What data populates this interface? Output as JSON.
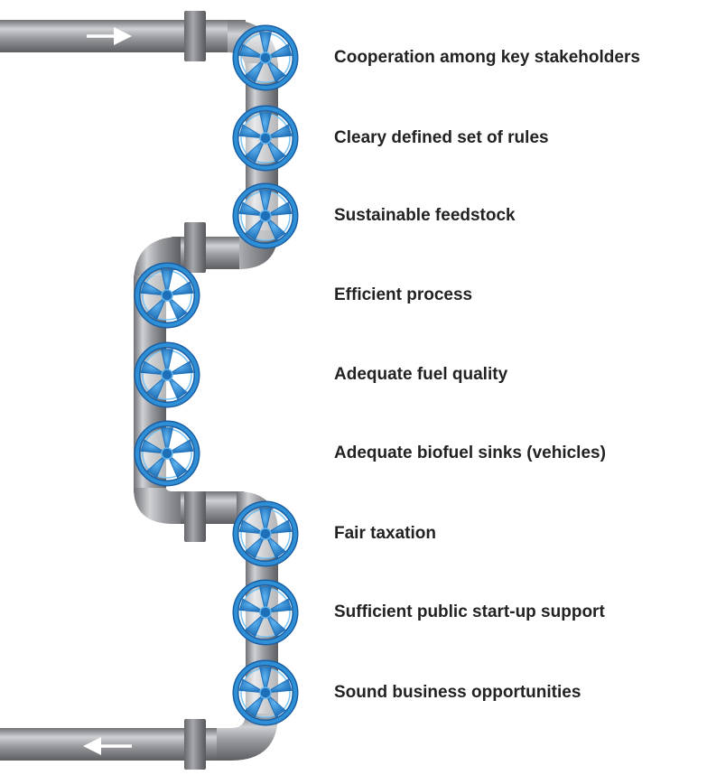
{
  "diagram": {
    "pipe_color": "#8d8f93",
    "valve_color": "#2f8fd6",
    "steps": [
      {
        "label": "Cooperation among key stakeholders"
      },
      {
        "label": "Cleary defined set of rules"
      },
      {
        "label": "Sustainable feedstock"
      },
      {
        "label": "Efficient process"
      },
      {
        "label": "Adequate fuel quality"
      },
      {
        "label": "Adequate biofuel sinks (vehicles)"
      },
      {
        "label": "Fair taxation"
      },
      {
        "label": "Sufficient public start-up support"
      },
      {
        "label": "Sound business opportunities"
      }
    ],
    "inflow_arrow_icon": "arrow-right-icon",
    "outflow_arrow_icon": "arrow-left-icon"
  }
}
